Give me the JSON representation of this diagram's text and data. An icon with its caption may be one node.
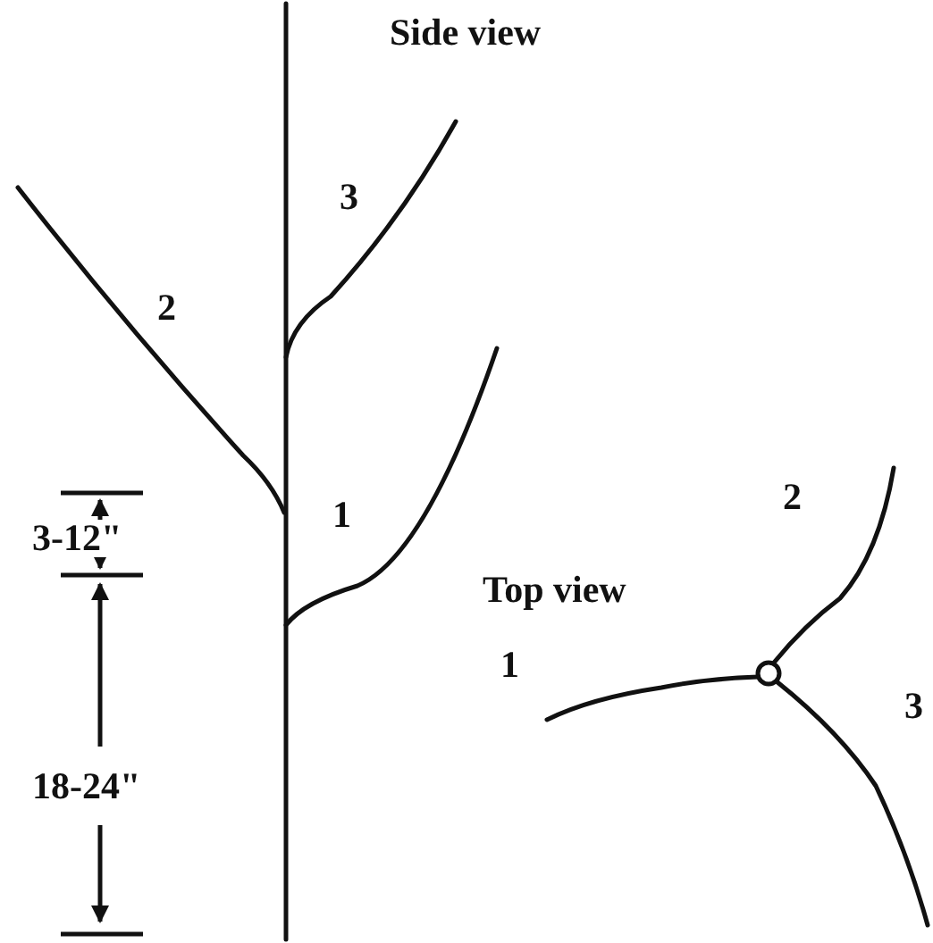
{
  "diagram": {
    "labels": [
      "Side view",
      "3",
      "2",
      "1",
      "3-12\"",
      "18-24\"",
      "Top view",
      "2",
      "1",
      "3"
    ]
  }
}
